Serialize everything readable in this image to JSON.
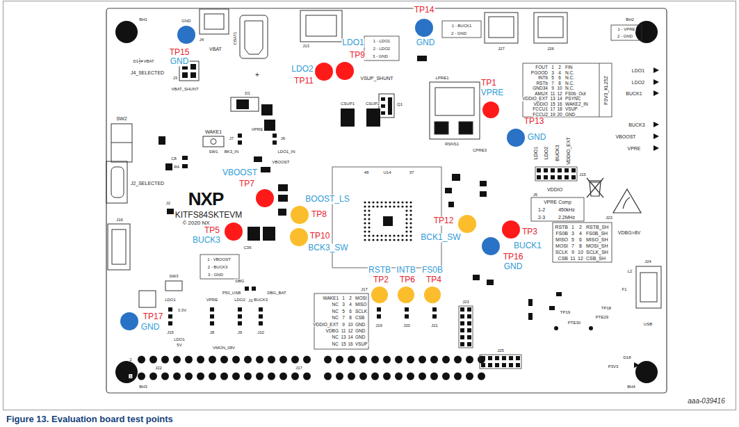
{
  "diagram": {
    "caption": "Figure 13. Evaluation board test points",
    "nodes": [
      {
        "text": [
          "TP14",
          "GND"
        ]
      },
      {
        "text": [
          "TP15",
          "GND"
        ]
      },
      {
        "text": [
          "LDO2",
          "TP11"
        ]
      },
      {
        "text": [
          "LDO1",
          "TP9"
        ]
      },
      {
        "text": [
          "TP1",
          "VPRE"
        ]
      },
      {
        "text": [
          "TP13",
          "GND"
        ]
      },
      {
        "text": [
          "VBOOST",
          "TP7"
        ]
      },
      {
        "text": [
          "BOOST_LS",
          "TP8"
        ]
      },
      {
        "text": [
          "TP12",
          "BCK1_SW"
        ]
      },
      {
        "text": [
          "TP3",
          "BUCK1"
        ]
      },
      {
        "text": [
          "TP5",
          "BUCK3"
        ]
      },
      {
        "text": [
          "TP10",
          "BCK3_SW"
        ]
      },
      {
        "text": [
          "TP16",
          "GND"
        ]
      },
      {
        "text": [
          "RSTB",
          "TP2"
        ]
      },
      {
        "text": [
          "INTB",
          "TP6"
        ]
      },
      {
        "text": [
          "FS0B",
          "TP4"
        ]
      },
      {
        "text": [
          "TP17",
          "GND"
        ]
      }
    ],
    "labels": [
      "GND",
      "J4",
      "VBAT",
      "D14",
      "VBAT",
      "J4_SELECTED",
      "J3",
      "VBAT_SHUNT",
      "CBAT1",
      "+",
      "D1",
      "J13",
      "1 - LDO1",
      "2 - LDO2",
      "3 - GND",
      "VSUP_SHUNT",
      "CSUP1",
      "CSUP2",
      "Q1",
      "1 - BUCK1",
      "2 - GND",
      "J27",
      "J26",
      "1 - VPRE",
      "2 - GND",
      "BH1",
      "BH2",
      "BH3",
      "BH4",
      "LPRE1",
      "RSNS1",
      "CPRE3",
      "SW2",
      "J2_SELECTED",
      "WAKE1",
      "SW1",
      "J7",
      "VPRE",
      "J6",
      "BK3_IN",
      "LDO1_IN",
      "VBOOST",
      "C8",
      "R4",
      "J2",
      "NXP",
      "KITFS84SKTEVM",
      "© 2020 NX",
      "J16",
      "C36",
      "SW3",
      "DBG",
      "P50_USB",
      "J14",
      "DBG_BAT",
      "1 - VBOOST",
      "2 - BUCK3",
      "3 - GND",
      "U14",
      "48",
      "37",
      "VDDIO",
      "J5",
      "VPRE Comp",
      "1-2",
      "450kHz",
      "2-3",
      "2.2MHz",
      "J23",
      "VDBG>8V",
      "J24",
      "USB",
      "L2",
      "F1",
      "PTE30",
      "PTE29",
      "TP19",
      "TP18",
      "P3V3",
      "D18",
      "J25",
      "J19",
      "J20",
      "J21",
      "J23",
      "J17",
      "LDO1",
      "3.3V",
      "VPRE",
      "LDO2",
      "BUCK3",
      "J15",
      "J8",
      "J9",
      "J10",
      "LDO1",
      "5V",
      "VMON_08V",
      "J22",
      "J17",
      "2",
      "1",
      "VPRE",
      "VBOOST",
      "BUCK3",
      "BUCK1",
      "LDO2",
      "LDO1",
      "P3V3_KL25Z",
      "LDO1",
      "LDO2",
      "BUCK3",
      "VDDIO_EXT",
      "J15",
      "aaa-039416",
      "FOUT",
      "1",
      "2",
      "FIN",
      "PGOOD",
      "3",
      "4",
      "N.C.",
      "INTb",
      "5",
      "6",
      "N.C.",
      "RSTb",
      "7",
      "8",
      "N.C.",
      "GND34",
      "9",
      "10",
      "N.C.",
      "AMUX",
      "11",
      "12",
      "FS0b_Out",
      "VDDIO_EXT",
      "13",
      "14",
      "PSYNC",
      "VDDIO",
      "15",
      "16",
      "WAKE2_IN",
      "FCCU1",
      "17",
      "18",
      "VSUP",
      "FCCU2",
      "19",
      "20",
      "GND",
      "RSTB",
      "1",
      "2",
      "RSTB_SH",
      "FS0B",
      "3",
      "4",
      "FS0B_SH",
      "MISO",
      "5",
      "6",
      "MISO_SH",
      "MOSI",
      "7",
      "8",
      "MOSI_SH",
      "SCLK",
      "9",
      "10",
      "SCLK_SH",
      "CSB",
      "11",
      "12",
      "CSB_SH",
      "WAKE1",
      "1",
      "2",
      "MOSI",
      "NC",
      "3",
      "4",
      "MISO",
      "NC",
      "5",
      "6",
      "SCLK",
      "NC",
      "7",
      "8",
      "CSB",
      "VDDIO_EXT",
      "9",
      "10",
      "GND",
      "VDBG",
      "11",
      "12",
      "GND",
      "NC",
      "13",
      "14",
      "GND",
      "NC",
      "15",
      "16",
      "VSUP"
    ]
  }
}
